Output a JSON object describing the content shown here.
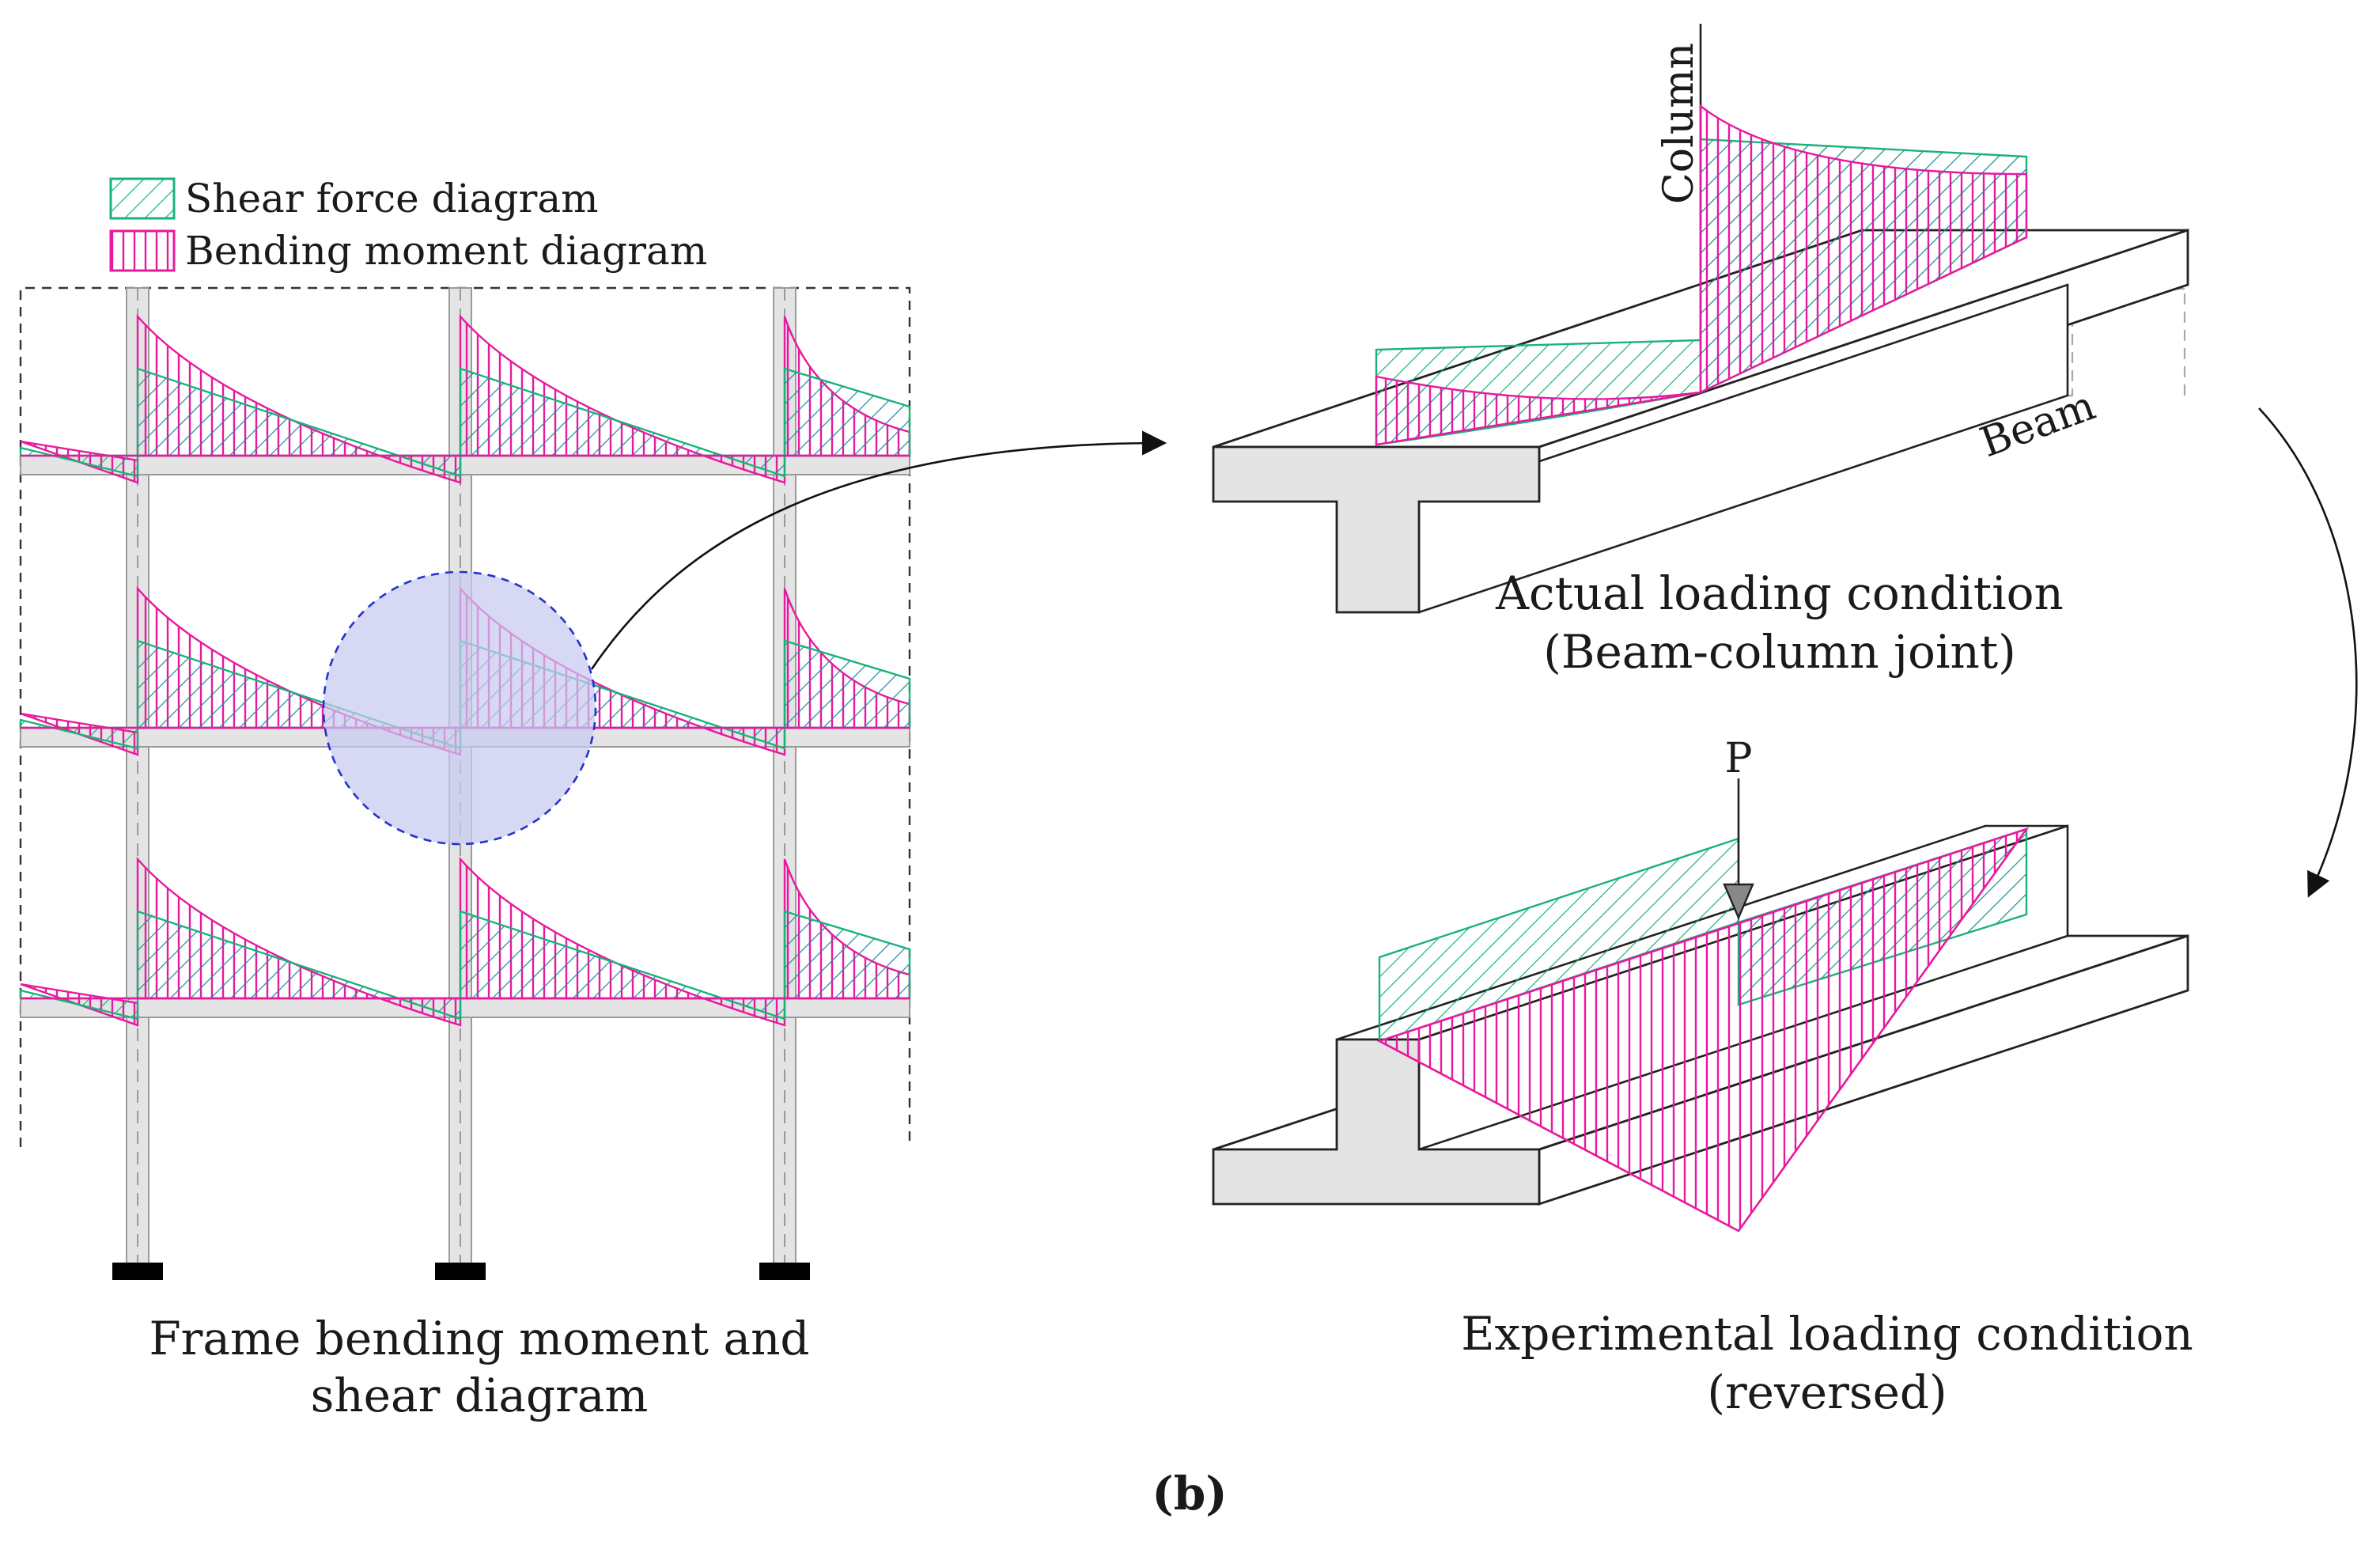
{
  "legend": {
    "shear_label": "Shear force diagram",
    "bending_label": "Bending moment diagram"
  },
  "captions": {
    "frame_line1": "Frame bending moment and",
    "frame_line2": "shear diagram",
    "actual_line1": "Actual loading condition",
    "actual_line2": "(Beam-column joint)",
    "exp_line1": "Experimental loading condition",
    "exp_line2": "(reversed)",
    "figure_label": "(b)"
  },
  "member_labels": {
    "column": "Column",
    "beam": "Beam",
    "load": "P"
  },
  "colors": {
    "shear": "#19b37a",
    "moment": "#e8199e",
    "blue_hatch": "#3a5fc8",
    "member_fill": "#e4e4e4",
    "member_edge": "#9a9a9a",
    "highlight": "#c7c9f0",
    "highlight_edge": "#2233cc"
  }
}
